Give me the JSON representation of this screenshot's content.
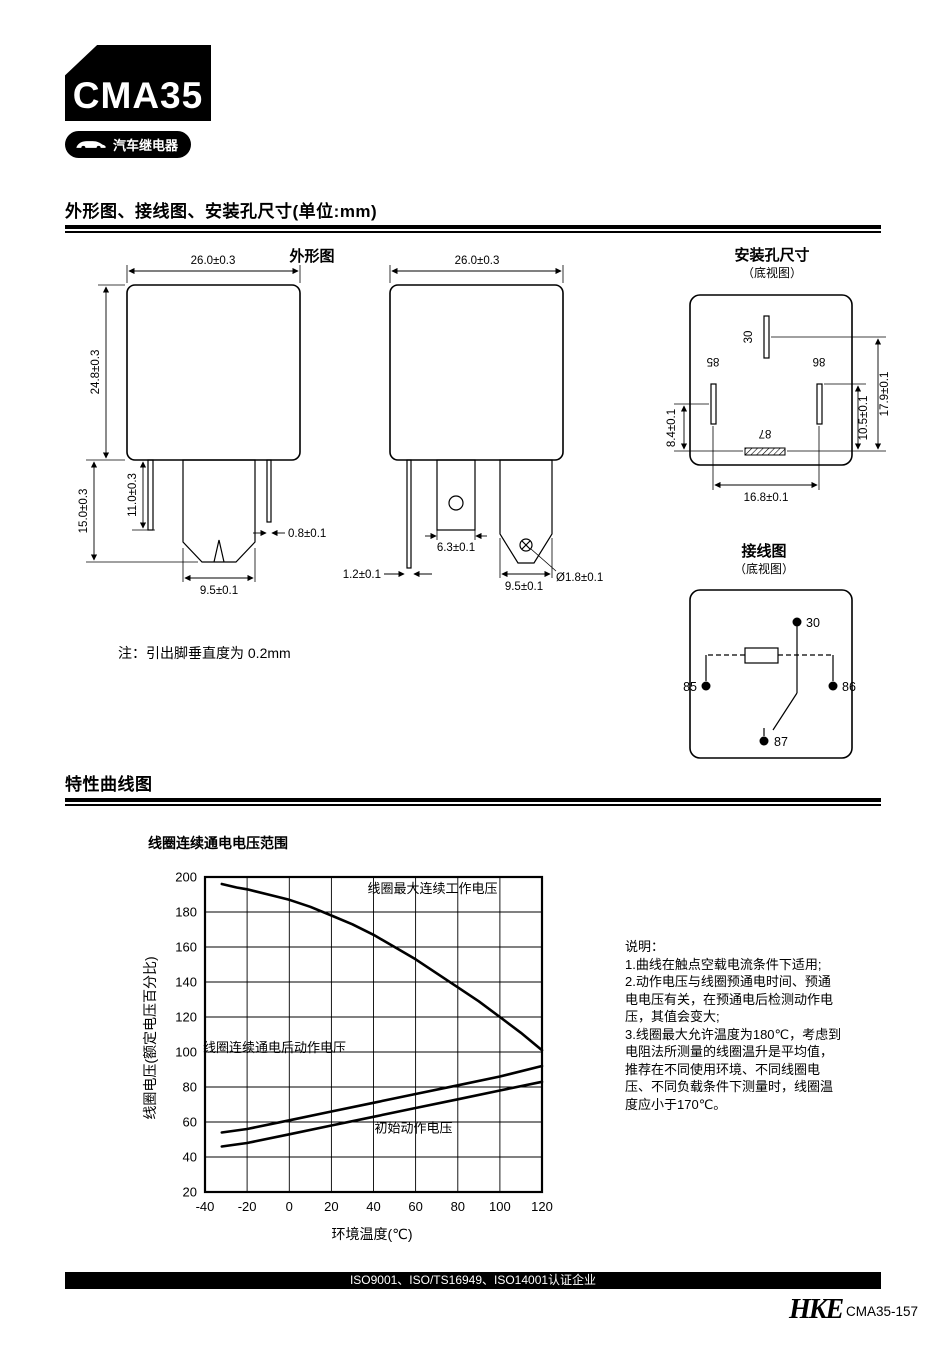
{
  "page": {
    "logo": "CMA35",
    "tagline": "汽车继电器",
    "footer": "ISO9001、ISO/TS16949、ISO14001认证企业",
    "brand": "HKE",
    "page_number": "CMA35-157"
  },
  "section1": {
    "title": "外形图、接线图、安装孔尺寸(单位:mm)",
    "outline_label": "外形图",
    "mounting_label": "安装孔尺寸",
    "mounting_sub": "（底视图）",
    "wiring_label": "接线图",
    "wiring_sub": "（底视图）",
    "note": "注：引出脚垂直度为 0.2mm",
    "dims": {
      "front_width": "26.0±0.3",
      "front_height": "24.8±0.3",
      "pin_long": "15.0±0.3",
      "pin_short": "11.0±0.3",
      "pin_thickness": "0.8±0.1",
      "blade_width_front": "9.5±0.1",
      "side_width": "26.0±0.3",
      "side_pin_thickness": "1.2±0.1",
      "side_blade_small": "6.3±0.1",
      "side_blade_width": "9.5±0.1",
      "hole_dia": "Ø1.8±0.1"
    },
    "mounting": {
      "t30": "30",
      "t85": "85",
      "t86": "86",
      "t87": "87",
      "dim_84": "8.4±0.1",
      "dim_105": "10.5±0.1",
      "dim_179": "17.9±0.1",
      "dim_168": "16.8±0.1"
    },
    "wiring": {
      "t30": "30",
      "t85": "85",
      "t86": "86",
      "t87": "87"
    }
  },
  "section2": {
    "title": "特性曲线图",
    "chart_title": "线圈连续通电电压范围",
    "notes": "说明：\n1.曲线在触点空载电流条件下适用;\n2.动作电压与线圈预通电时间、预通\n电电压有关，在预通电后检测动作电\n压，其值会变大;\n3.线圈最大允许温度为180℃，考虑到\n电阻法所测量的线圈温升是平均值，\n推荐在不同使用环境、不同线圈电\n压、不同负载条件下测量时，线圈温\n度应小于170℃。"
  },
  "chart_data": {
    "type": "line",
    "title": "线圈连续通电电压范围",
    "xlabel": "环境温度(℃)",
    "ylabel": "线圈电压(额定电压百分比)",
    "xlim": [
      -40,
      120
    ],
    "ylim": [
      20,
      200
    ],
    "xticks": [
      -40,
      -20,
      0,
      20,
      40,
      60,
      80,
      100,
      120
    ],
    "yticks": [
      20,
      40,
      60,
      80,
      100,
      120,
      140,
      160,
      180,
      200
    ],
    "grid": true,
    "legend_position": "inline-labels",
    "series": [
      {
        "name": "线圈最大连续工作电压",
        "points": [
          [
            -32,
            196
          ],
          [
            -25,
            194
          ],
          [
            -20,
            193
          ],
          [
            -10,
            190
          ],
          [
            0,
            187
          ],
          [
            10,
            183
          ],
          [
            20,
            178
          ],
          [
            30,
            173
          ],
          [
            40,
            167
          ],
          [
            50,
            160
          ],
          [
            60,
            153
          ],
          [
            70,
            145
          ],
          [
            80,
            137
          ],
          [
            90,
            129
          ],
          [
            100,
            120
          ],
          [
            110,
            111
          ],
          [
            120,
            101
          ]
        ]
      },
      {
        "name": "线圈连续通电后动作电压",
        "points": [
          [
            -32,
            54
          ],
          [
            -20,
            56
          ],
          [
            0,
            61
          ],
          [
            20,
            66
          ],
          [
            40,
            71
          ],
          [
            60,
            76
          ],
          [
            80,
            81
          ],
          [
            100,
            86
          ],
          [
            120,
            92
          ]
        ]
      },
      {
        "name": "初始动作电压",
        "points": [
          [
            -32,
            46
          ],
          [
            -20,
            48
          ],
          [
            0,
            53
          ],
          [
            20,
            58
          ],
          [
            40,
            63
          ],
          [
            60,
            68
          ],
          [
            80,
            73
          ],
          [
            100,
            78
          ],
          [
            120,
            83
          ]
        ]
      }
    ],
    "labels": [
      {
        "text": "线圈最大连续工作电压",
        "x": 68,
        "y": 191
      },
      {
        "text": "线圈连续通电后动作电压",
        "x": -7,
        "y": 100
      },
      {
        "text": "初始动作电压",
        "x": 59,
        "y": 54
      }
    ]
  }
}
